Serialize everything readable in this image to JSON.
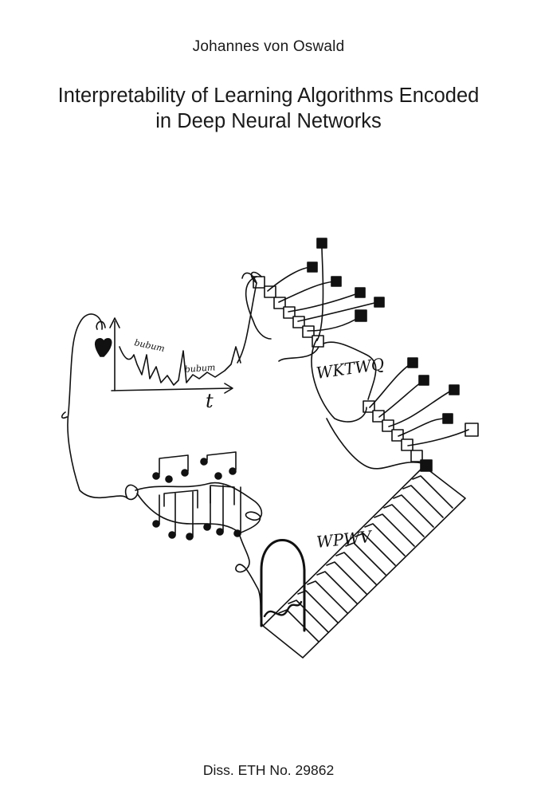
{
  "document": {
    "author": "Johannes von Oswald",
    "title_lines": [
      "Interpretability of Learning Algorithms Encoded",
      "in Deep Neural Networks"
    ],
    "footer": "Diss. ETH No. 29862"
  },
  "illustration": {
    "sketch_labels": {
      "bubum_1": "bubum",
      "bubum_2": "bubum",
      "axis_t": "t",
      "wk_wq": "WKTWQ",
      "wp_wv": "WPWV"
    },
    "colors": {
      "ink": "#111111",
      "paper": "#ffffff"
    }
  }
}
